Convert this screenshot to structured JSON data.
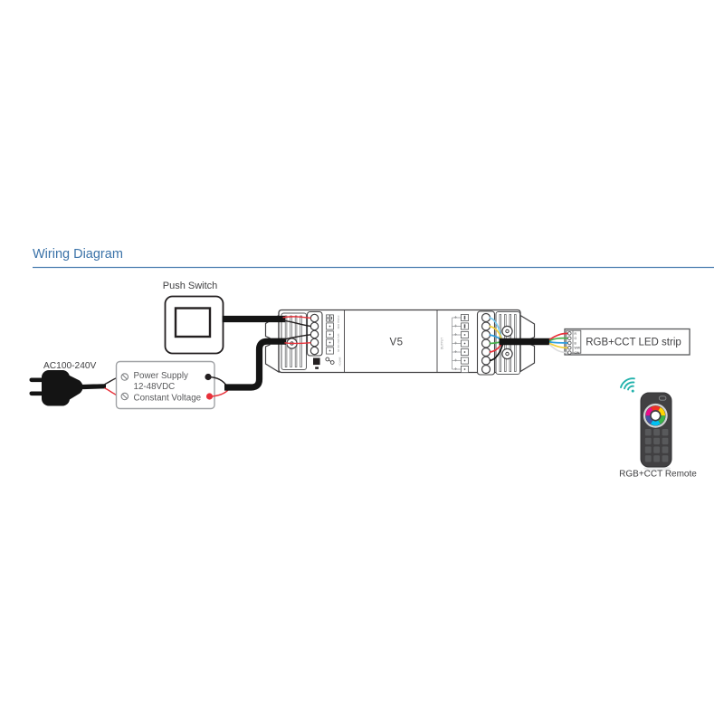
{
  "title": "Wiring Diagram",
  "colors": {
    "accent_blue": "#3A72A8",
    "wire_red": "#E8313A",
    "wire_black": "#141414",
    "wire_skyblue": "#7ACCF2",
    "wire_yellow": "#F2CF3A",
    "wire_blue": "#2E9FE0",
    "wire_green": "#46B04A",
    "wire_white": "#E6E7E8",
    "wifi_teal": "#23B2AC",
    "remote_body": "#414042"
  },
  "push_switch": {
    "label": "Push Switch"
  },
  "power": {
    "plug_label": "AC100-240V",
    "supply_line1": "Power Supply",
    "supply_line2": "12-48VDC",
    "supply_line3": "Constant Voltage"
  },
  "controller": {
    "model": "V5",
    "output_label": "OUTPUT",
    "push_dim_label": "PUSH DIM",
    "dc_in_label": "12V-48V DC IN",
    "match_label": "MATCH"
  },
  "led_strip": {
    "label": "RGB+CCT LED strip",
    "pins": [
      "R",
      "G",
      "B",
      "WW",
      "CW"
    ]
  },
  "remote": {
    "label": "RGB+CCT Remote"
  }
}
